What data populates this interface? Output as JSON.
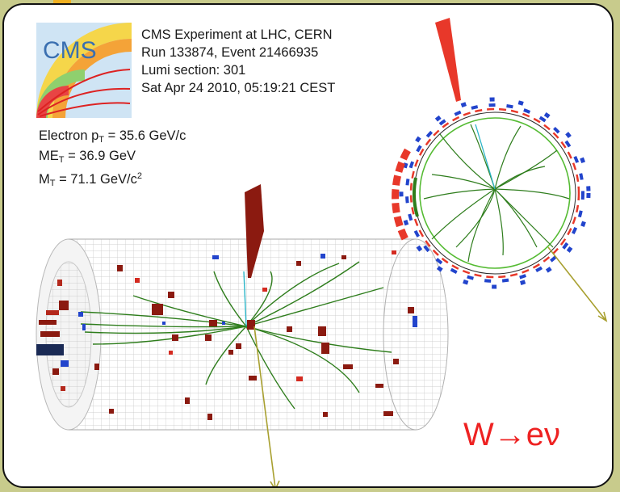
{
  "event_display": {
    "logo_text": "CMS",
    "header_lines": [
      "CMS Experiment at LHC, CERN",
      "Run 133874, Event 21466935",
      "Lumi section: 301",
      "Sat Apr 24 2010, 05:19:21 CEST"
    ],
    "electron": {
      "label": "Electron p",
      "sub": "T",
      "value": "= 35.6 GeV/c"
    },
    "met": {
      "label": "ME",
      "sub": "T",
      "value": "= 36.9 GeV"
    },
    "mt": {
      "label": "M",
      "sub": "T",
      "value": "= 71.1 GeV/c",
      "sup": "2"
    },
    "process_label": "W→eν"
  },
  "colors": {
    "background": "#c8cb8c",
    "energy_deposit_red": "#e8382a",
    "energy_deposit_dark": "#7a1a12",
    "hcal_blue": "#2244cc",
    "track_green": "#2e7d1c",
    "neutrino_arrow": "#a8a030",
    "label_red": "#ee2222"
  }
}
